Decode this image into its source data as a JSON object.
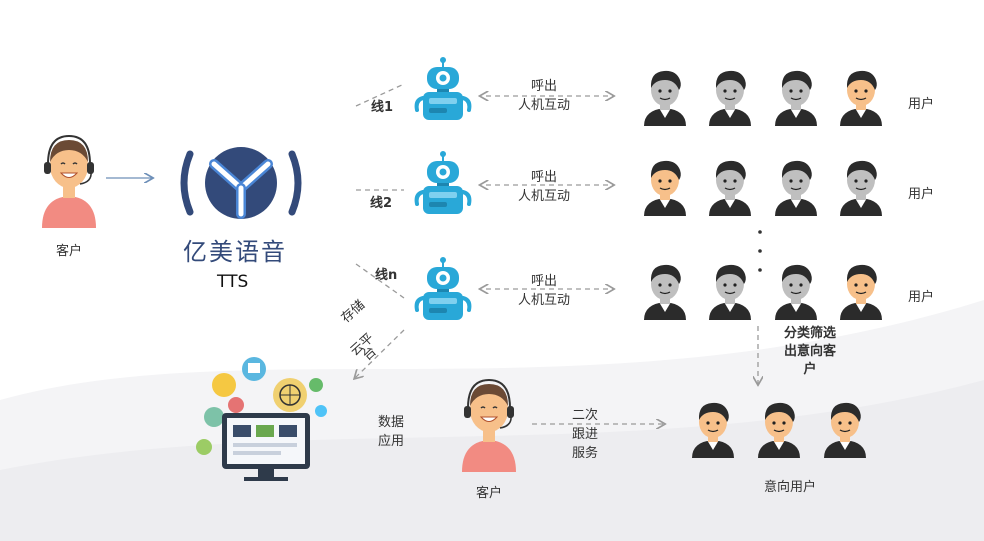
{
  "customer_label": "客户",
  "brand": {
    "name": "亿美语音",
    "product": "TTS"
  },
  "lines": [
    {
      "label": "线1",
      "action_line1": "呼出",
      "action_line2": "人机互动",
      "users_label": "用户"
    },
    {
      "label": "线2",
      "action_line1": "呼出",
      "action_line2": "人机互动",
      "users_label": "用户"
    },
    {
      "label": "线n",
      "action_line1": "呼出",
      "action_line2": "人机互动",
      "users_label": "用户"
    }
  ],
  "storage_label": [
    "存储",
    "云平",
    "台"
  ],
  "filter_label": [
    "分类筛选",
    "出意向客",
    "户"
  ],
  "data_app_label": [
    "数据",
    "应用"
  ],
  "agent_label": "客户",
  "followup_label": [
    "二次",
    "跟进",
    "服务"
  ],
  "intent_users_label": "意向用户",
  "colors": {
    "robot": "#29a8d8",
    "brand": "#334a7a",
    "brand_accent": "#4a86d6",
    "arrow": "#999999",
    "skin": "#f7c08a",
    "gray_face": "#bfbfbf"
  }
}
